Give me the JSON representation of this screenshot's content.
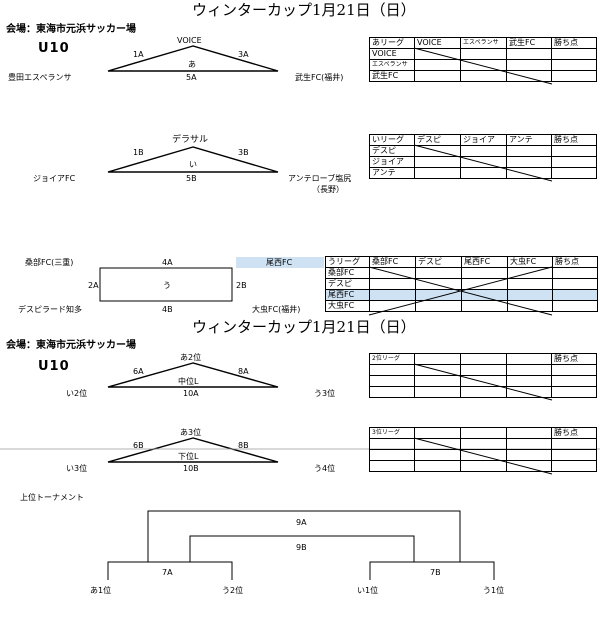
{
  "page1": {
    "title": "ウィンターカップ1月21日（日）",
    "venue": "会場：東海市元浜サッカー場",
    "age": "U10",
    "leagueA": {
      "top_team": "VOICE",
      "left_team": "豊田エスペランサ",
      "right_team": "武生FC(福井)",
      "left_match": "1A",
      "right_match": "3A",
      "center": "あ",
      "bottom_match": "5A",
      "table": {
        "headers": [
          "あリーグ",
          "VOICE",
          "エスペランサ",
          "武生FC",
          "勝ち点"
        ],
        "rows": [
          "VOICE",
          "エスペランサ",
          "武生FC"
        ]
      }
    },
    "leagueB": {
      "top_team": "デラサル",
      "left_team": "ジョイアFC",
      "right_team_line1": "アンテローブ塩尻",
      "right_team_line2": "（長野）",
      "left_match": "1B",
      "right_match": "3B",
      "center": "い",
      "bottom_match": "5B",
      "table": {
        "headers": [
          "いリーグ",
          "デスピ",
          "ジョイア",
          "アンテ",
          "勝ち点"
        ],
        "rows": [
          "デスピ",
          "ジョイア",
          "アンテ"
        ]
      }
    },
    "leagueC": {
      "top_left_team": "桑部FC(三重)",
      "top_right_team": "尾西FC",
      "bottom_left_team": "デスピラード知多",
      "bottom_right_team": "大虫FC(福井)",
      "top_match": "4A",
      "bottom_match": "4B",
      "left_match": "2A",
      "right_match": "2B",
      "center": "う",
      "table": {
        "headers": [
          "うリーグ",
          "桑部FC",
          "デスピ",
          "尾西FC",
          "大虫FC",
          "勝ち点"
        ],
        "rows": [
          "桑部FC",
          "デスピ",
          "尾西FC",
          "大虫FC"
        ]
      }
    }
  },
  "page2": {
    "title": "ウィンターカップ1月21日（日）",
    "venue": "会場：東海市元浜サッカー場",
    "age": "U10",
    "league2nd": {
      "top": "あ2位",
      "left": "い2位",
      "right": "う3位",
      "left_match": "6A",
      "right_match": "8A",
      "center": "中位L",
      "bottom_match": "10A",
      "table": {
        "headers": [
          "2位リーグ",
          "",
          "",
          "",
          "勝ち点"
        ]
      }
    },
    "league3rd": {
      "top": "あ3位",
      "left": "い3位",
      "right": "う4位",
      "left_match": "6B",
      "right_match": "8B",
      "center": "下位L",
      "bottom_match": "10B",
      "table": {
        "headers": [
          "3位リーグ",
          "",
          "",
          "",
          "勝ち点"
        ]
      }
    },
    "tournament": {
      "title": "上位トーナメント",
      "final": "9A",
      "third_place": "9B",
      "semi_left": "7A",
      "semi_right": "7B",
      "slots": [
        "あ1位",
        "う2位",
        "い1位",
        "う1位"
      ]
    }
  }
}
